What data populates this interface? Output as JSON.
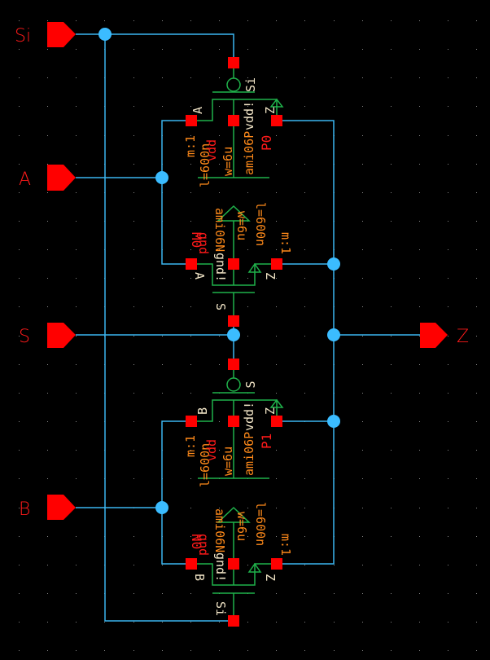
{
  "schematic": {
    "background": "#000000",
    "colors": {
      "wire": "#3bb6f0",
      "device": "#1fb14a",
      "pin": "#ff0000",
      "param": "#ff8a1a",
      "terminal_label": "#f3e6c8"
    },
    "pins": [
      {
        "name": "Si",
        "direction": "input"
      },
      {
        "name": "A",
        "direction": "input"
      },
      {
        "name": "S",
        "direction": "input"
      },
      {
        "name": "B",
        "direction": "input"
      },
      {
        "name": "Z",
        "direction": "output"
      }
    ],
    "devices": [
      {
        "instance": "P0",
        "model": "ami06P",
        "type": "pmos",
        "w": "w=6u",
        "l": "l=600n",
        "m": "m:1",
        "gate": "Si",
        "source": "A",
        "drain": "Z",
        "bulk": "vdd!",
        "bulk_global": "vdd"
      },
      {
        "instance": "M0",
        "model": "ami06N",
        "type": "nmos",
        "w": "w=6u",
        "l": "l=600n",
        "m": "m:1",
        "gate": "S",
        "source": "A",
        "drain": "Z",
        "bulk": "gnd!",
        "bulk_global": "gnd"
      },
      {
        "instance": "P1",
        "model": "ami06P",
        "type": "pmos",
        "w": "w=6u",
        "l": "l=600n",
        "m": "m:1",
        "gate": "S",
        "source": "B",
        "drain": "Z",
        "bulk": "vdd!",
        "bulk_global": "vdd"
      },
      {
        "instance": "N0",
        "model": "ami06N",
        "type": "nmos",
        "w": "w=6u",
        "l": "l=600n",
        "m": "m:1",
        "gate": "Si",
        "source": "B",
        "drain": "Z",
        "bulk": "gnd!",
        "bulk_global": "gnd"
      }
    ]
  }
}
